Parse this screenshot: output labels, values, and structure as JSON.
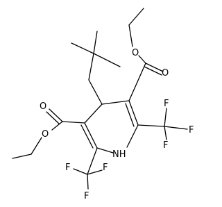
{
  "molecule": {
    "atoms": {
      "ester_top_O_carbonyl": "O",
      "ester_top_O_ether": "O",
      "ester_left_O_carbonyl": "O",
      "ester_left_O_ether": "O",
      "ring_NH": "NH",
      "cf3_right_F1": "F",
      "cf3_right_F2": "F",
      "cf3_right_F3": "F",
      "cf3_bottom_F1": "F",
      "cf3_bottom_F2": "F",
      "cf3_bottom_F3": "F"
    }
  }
}
